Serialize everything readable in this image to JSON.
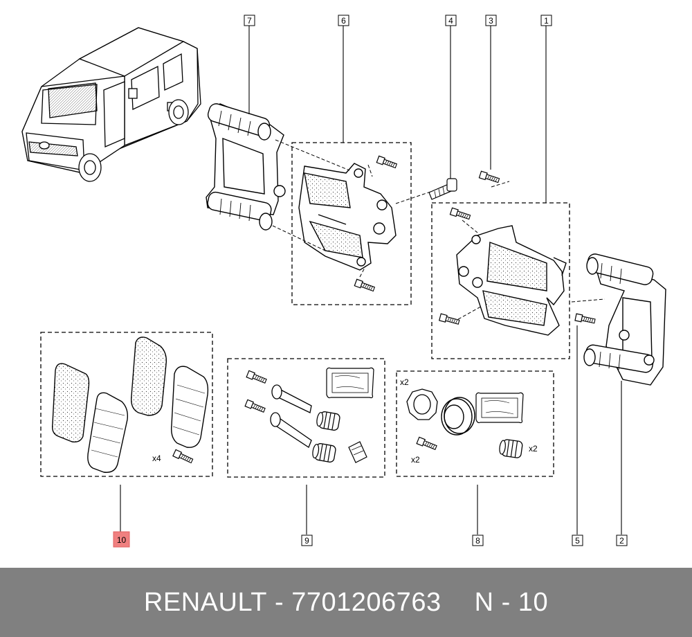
{
  "callouts": {
    "c1": "1",
    "c2": "2",
    "c3": "3",
    "c4": "4",
    "c5": "5",
    "c6": "6",
    "c7": "7",
    "c8": "8",
    "c9": "9",
    "c10": "10"
  },
  "quantities": {
    "pad_bolts": "x4",
    "kit8_ring": "x2",
    "kit8_screw": "x2",
    "kit8_boot": "x2"
  },
  "highlight_color": "#f08080",
  "footer": {
    "brand": "RENAULT",
    "dash": "-",
    "part_number": "7701206763",
    "ref": "N - 10"
  },
  "icons": [
    "van-icon",
    "brake-carrier-icon",
    "brake-caliper-icon",
    "bolt-icon",
    "bleed-screw-icon",
    "brake-pad-icon",
    "guide-pin-icon",
    "dust-boot-icon",
    "grease-sachet-icon",
    "piston-seal-icon"
  ]
}
